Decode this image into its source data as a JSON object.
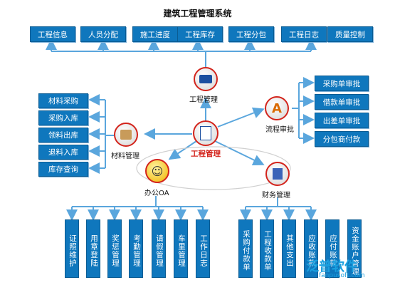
{
  "title": "建筑工程管理系统",
  "top_modules": [
    "工程信息",
    "人员分配",
    "施工进度",
    "工程库存",
    "工程分包",
    "工程日志",
    "质量控制"
  ],
  "nodes": {
    "engineering": "工程管理",
    "center": "工程管理",
    "flow": "流程审批",
    "material": "材料管理",
    "office": "办公OA",
    "finance": "财务管理"
  },
  "flow_items": [
    "采购单审批",
    "借款单审批",
    "出差单审批",
    "分包商付款"
  ],
  "material_items": [
    "材料采购",
    "采购入库",
    "领料出库",
    "退料入库",
    "库存查询"
  ],
  "office_items": [
    "证照维护",
    "用章登陆",
    "奖惩管理",
    "考勤管理",
    "请假管理",
    "车里管理",
    "工作日志"
  ],
  "finance_items": [
    "采购付款单",
    "工程收款单",
    "其他支出",
    "应收账款",
    "应付账款",
    "资金账户管理"
  ],
  "brand": {
    "name": "泛普软件",
    "url": "fanpusoft.com"
  },
  "colors": {
    "box": "#0f77bd",
    "connector": "#5aa6dd",
    "center_label": "#d3241c"
  },
  "icons": {
    "engineering": "briefcase-icon",
    "center": "document-icon",
    "flow": "compass-icon",
    "material": "folder-icon",
    "office": "person-icon",
    "finance": "report-icon"
  }
}
